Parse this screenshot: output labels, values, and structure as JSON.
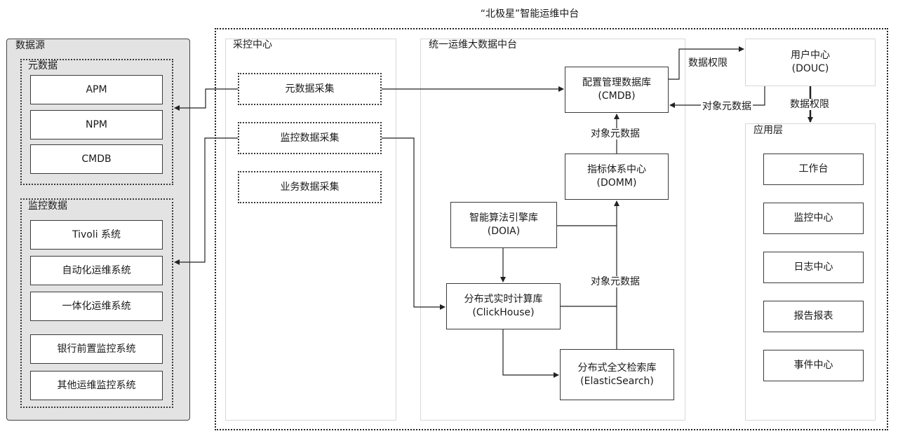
{
  "title": "“北极星”智能运维中台",
  "datasource": {
    "label": "数据源",
    "meta": {
      "label": "元数据",
      "items": [
        "APM",
        "NPM",
        "CMDB"
      ]
    },
    "monitor": {
      "label": "监控数据",
      "items": [
        "Tivoli 系统",
        "自动化运维系统",
        "一体化运维系统",
        "银行前置监控系统",
        "其他运维监控系统"
      ]
    }
  },
  "collection": {
    "label": "采控中心",
    "items": [
      "元数据采集",
      "监控数据采集",
      "业务数据采集"
    ]
  },
  "bigdata": {
    "label": "统一运维大数据中台",
    "cmdb": [
      "配置管理数据库",
      "(CMDB)"
    ],
    "domm": [
      "指标体系中心",
      "(DOMM)"
    ],
    "doia": [
      "智能算法引擎库",
      "(DOIA)"
    ],
    "clickhouse": [
      "分布式实时计算库",
      "(ClickHouse)"
    ],
    "es": [
      "分布式全文检索库",
      "(ElasticSearch)"
    ]
  },
  "user_center": [
    "用户中心",
    "(DOUC)"
  ],
  "app_layer": {
    "label": "应用层",
    "items": [
      "工作台",
      "监控中心",
      "日志中心",
      "报告报表",
      "事件中心"
    ]
  },
  "edge_labels": {
    "data_permission_top": "数据权限",
    "object_meta_right": "对象元数据",
    "data_permission_down": "数据权限",
    "object_meta_domm": "对象元数据",
    "object_meta_lower": "对象元数据"
  }
}
